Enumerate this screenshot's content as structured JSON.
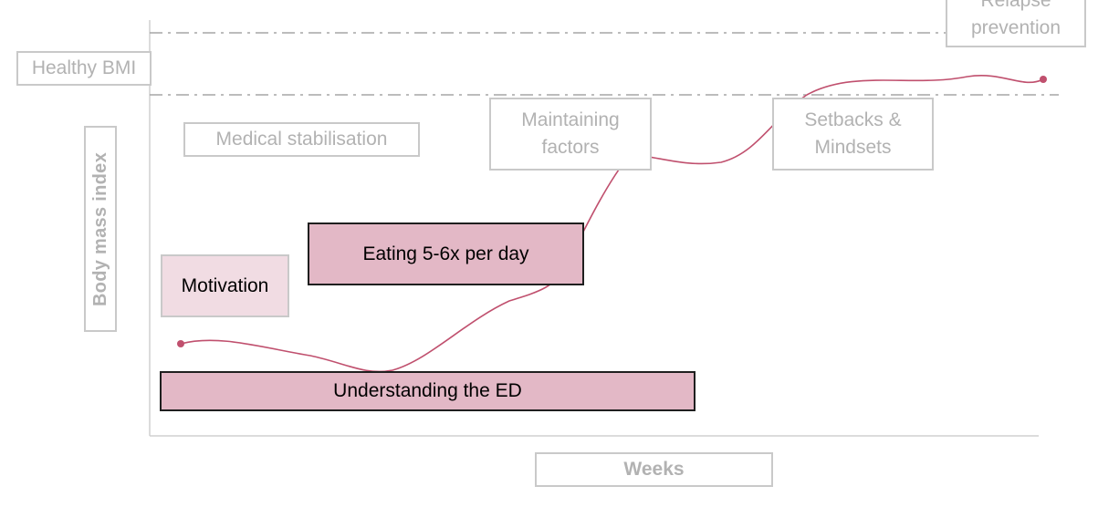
{
  "y_axis_label": "Body mass index",
  "x_axis_label": "Weeks",
  "reference_label": "Healthy BMI",
  "stages": {
    "relapse_prevention": "Relapse\nprevention",
    "medical_stabilisation": "Medical stabilisation",
    "maintaining_factors": "Maintaining\nfactors",
    "setbacks_mindsets": "Setbacks &\nMindsets",
    "eating": "Eating 5-6x per day",
    "motivation": "Motivation",
    "understanding": "Understanding the ED"
  },
  "colors": {
    "curve": "#c0506e",
    "active_fill": "#e3b8c6",
    "soft_fill": "#f1dce3",
    "ghost_text": "#b2b2b2",
    "guide_lines": "#a6a6a6"
  }
}
